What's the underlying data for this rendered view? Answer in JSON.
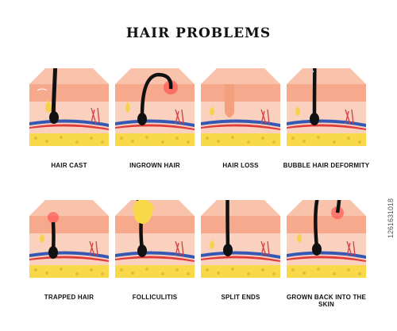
{
  "title": "HAIR PROBLEMS",
  "panels": [
    {
      "label": "HAIR CAST"
    },
    {
      "label": "INGROWN HAIR"
    },
    {
      "label": "HAIR LOSS"
    },
    {
      "label": "BUBBLE HAIR DEFORMITY"
    },
    {
      "label": "TRAPPED HAIR"
    },
    {
      "label": "FOLLICULITIS"
    },
    {
      "label": "SPLIT ENDS"
    },
    {
      "label": "GROWN BACK INTO THE SKIN"
    }
  ],
  "stock_id": "1261631018",
  "colors": {
    "epidermis": "#f6b59a",
    "dermis_top": "#f08a70",
    "dermis": "#f9c9b3",
    "fat": "#f7dc5e",
    "hair": "#111111",
    "inflammation": "#ff3b3b",
    "gland": "#f5d24a"
  }
}
